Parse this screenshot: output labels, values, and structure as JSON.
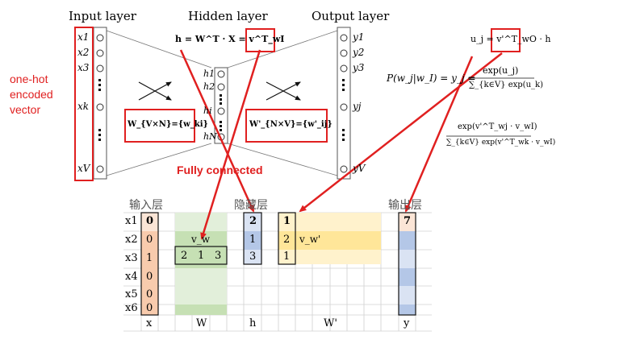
{
  "network": {
    "input_layer_title": "Input layer",
    "hidden_layer_title": "Hidden layer",
    "output_layer_title": "Output layer",
    "input_nodes": [
      "x1",
      "x2",
      "x3",
      "xk",
      "xV"
    ],
    "hidden_nodes": [
      "h1",
      "h2",
      "hi",
      "hN"
    ],
    "output_nodes": [
      "y1",
      "y2",
      "y3",
      "yj",
      "yV"
    ],
    "w_matrix_label": "W_{V×N}={w_ki}",
    "w_prime_matrix_label": "W'_{N×V}={w'_ij}",
    "h_equation": "h = W^T · X = v^T_wI",
    "u_equation": "u_j = v'^T_wO · h",
    "softmax_lhs": "P(w_j|w_I) = y_j =",
    "softmax_num1": "exp(u_j)",
    "softmax_den1": "∑_{k∈V} exp(u_k)",
    "softmax_num2": "exp(v'^T_wj · v_wI)",
    "softmax_den2": "∑_{k∈V} exp(v'^T_wk · v_wI)"
  },
  "annotations": {
    "one_hot_line1": "one-hot",
    "one_hot_line2": "encoded",
    "one_hot_line3": "vector",
    "fully_connected": "Fully connected"
  },
  "table": {
    "header_input": "输入层",
    "header_hidden": "隐藏层",
    "header_output": "输出层",
    "row_labels": [
      "x1",
      "x2",
      "x3",
      "x4",
      "x5",
      "x6"
    ],
    "x_values": [
      "0",
      "0",
      "1",
      "0",
      "0",
      "0"
    ],
    "w_label": "v_w",
    "w_row_values": [
      "2",
      "1",
      "3"
    ],
    "h_values": [
      "2",
      "1",
      "3"
    ],
    "wprime_col_values": [
      "1",
      "2",
      "1"
    ],
    "wprime_label": "v_w'",
    "y_top_value": "7",
    "col_labels": [
      "x",
      "W",
      "h",
      "W'",
      "y"
    ]
  },
  "colors": {
    "red_accent": "#e02020",
    "input_orange": "#f8cbad",
    "w_green": "#c6e0b4",
    "h_blue": "#b4c7e7",
    "wprime_yellow": "#ffe699",
    "line_gray": "#444444"
  }
}
